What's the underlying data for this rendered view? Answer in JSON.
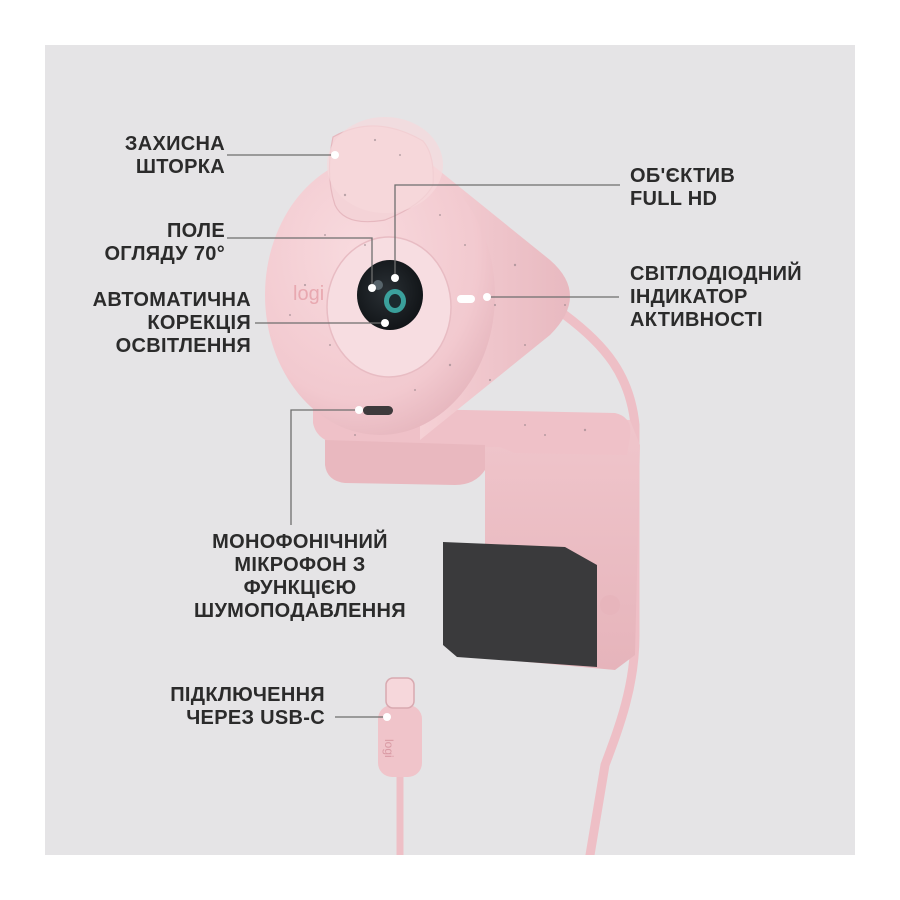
{
  "colors": {
    "background": "#e5e4e6",
    "camera_body": "#f2c9cf",
    "camera_shade": "#e4b2b9",
    "clip_pad": "#3a3a3c",
    "lens": "#1e2226",
    "lens_ring": "#3fb6b0",
    "led": "#ffffff",
    "text": "#2b2b2b",
    "leader_line": "#6e6e6e"
  },
  "product": {
    "logo_text": "logi",
    "cable_logo_text": "logi"
  },
  "labels": {
    "shutter": [
      "ЗАХИСНА",
      "ШТОРКА"
    ],
    "fov": [
      "ПОЛЕ",
      "ОГЛЯДУ 70°"
    ],
    "light_correction": [
      "АВТОМАТИЧНА",
      "КОРЕКЦІЯ",
      "ОСВІТЛЕННЯ"
    ],
    "lens": [
      "ОБ'ЄКТИВ",
      "FULL HD"
    ],
    "led": [
      "СВІТЛОДІОДНИЙ",
      "ІНДИКАТОР",
      "АКТИВНОСТІ"
    ],
    "mic": [
      "МОНОФОНІЧНИЙ",
      "МІКРОФОН З",
      "ФУНКЦІЄЮ",
      "ШУМОПОДАВЛЕННЯ"
    ],
    "usb": [
      "ПІДКЛЮЧЕННЯ",
      "ЧЕРЕЗ USB-C"
    ]
  }
}
